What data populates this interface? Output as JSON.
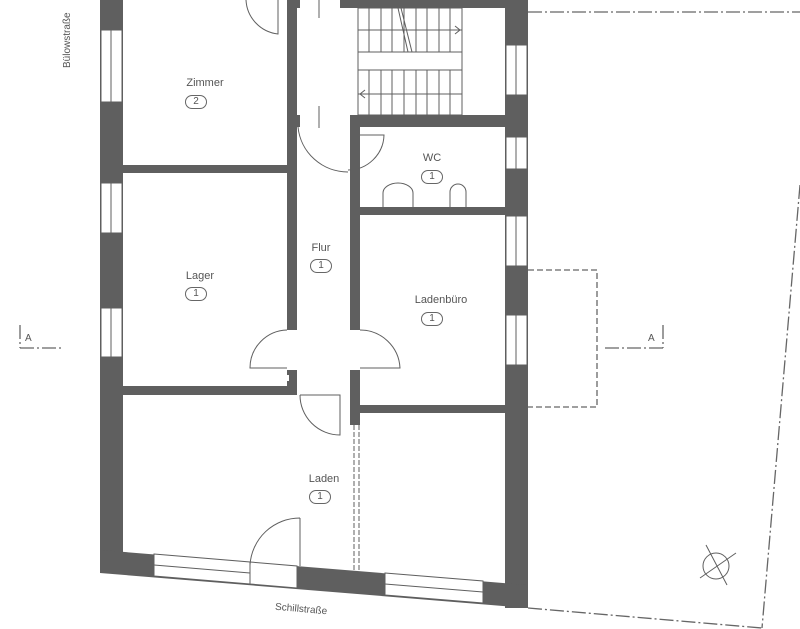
{
  "streets": {
    "west": "Bülowstraße",
    "south": "Schillstraße"
  },
  "rooms": [
    {
      "name": "Zimmer",
      "number": "2"
    },
    {
      "name": "WC",
      "number": "1"
    },
    {
      "name": "Flur",
      "number": "1"
    },
    {
      "name": "Lager",
      "number": "1"
    },
    {
      "name": "Ladenbüro",
      "number": "1"
    },
    {
      "name": "Laden",
      "number": "1"
    }
  ],
  "section_marks": {
    "left": "A",
    "right": "A"
  },
  "colors": {
    "wall": "#5f5f5f"
  }
}
